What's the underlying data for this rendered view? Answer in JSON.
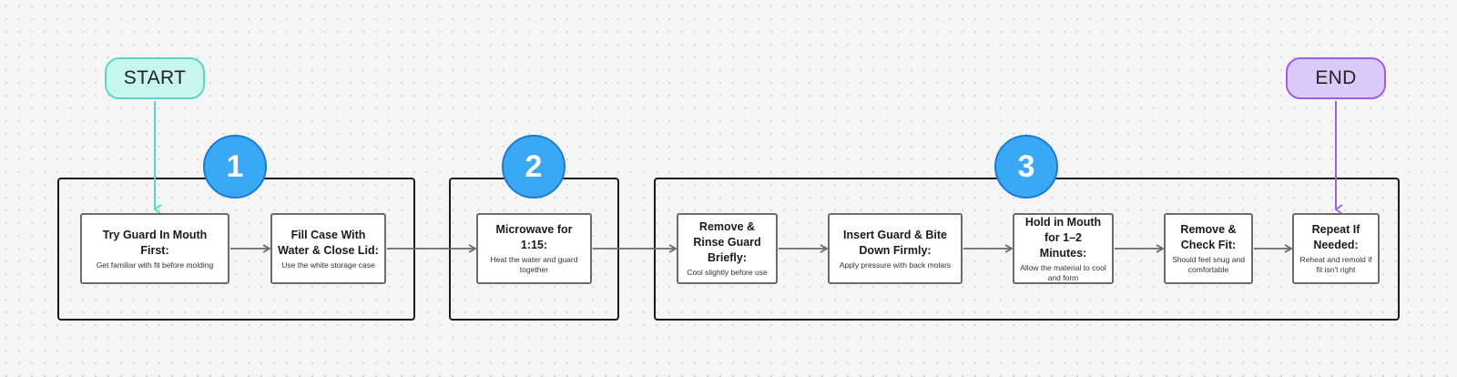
{
  "terminals": {
    "start": "START",
    "end": "END"
  },
  "phases": [
    "1",
    "2",
    "3"
  ],
  "steps": [
    {
      "title": "Try Guard In Mouth First:",
      "desc": "Get familiar with fit before molding"
    },
    {
      "title": "Fill Case With Water & Close Lid:",
      "desc": "Use the white storage case"
    },
    {
      "title": "Microwave for 1:15:",
      "desc": "Heat the water and guard together"
    },
    {
      "title": "Remove & Rinse Guard Briefly:",
      "desc": "Cool slightly before use"
    },
    {
      "title": "Insert Guard & Bite Down Firmly:",
      "desc": "Apply pressure with back molars"
    },
    {
      "title": "Hold in Mouth for 1–2 Minutes:",
      "desc": "Allow the material to cool and form"
    },
    {
      "title": "Remove & Check Fit:",
      "desc": "Should feel snug and comfortable"
    },
    {
      "title": "Repeat If Needed:",
      "desc": "Reheat and remold if fit isn't right"
    }
  ],
  "colors": {
    "start_fill": "#c6f6ef",
    "start_border": "#5dd5c4",
    "end_fill": "#dbc9f9",
    "end_border": "#9b5fe6",
    "badge": "#3aa8f5",
    "arrow": "#666666"
  }
}
